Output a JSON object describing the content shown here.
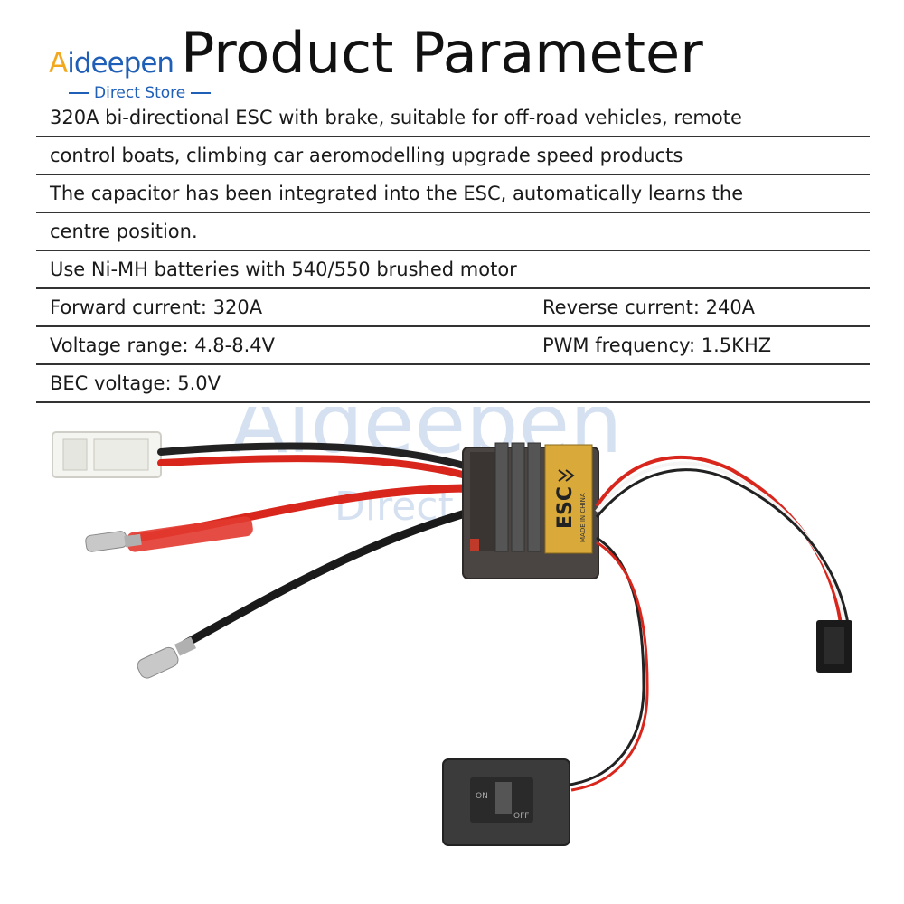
{
  "brand": {
    "logo_accent": "A",
    "logo_name": "ideepen",
    "logo_sub": "Direct Store",
    "blue": "#1f5fb8",
    "orange": "#f2a81d"
  },
  "title": "Product Parameter",
  "params": {
    "line1": "320A bi-directional ESC with brake, suitable for off-road vehicles, remote",
    "line2": "control boats, climbing car aeromodelling upgrade speed products",
    "line3": "The capacitor has been integrated into the ESC, automatically learns the",
    "line4": "centre position.",
    "line5": "Use Ni-MH batteries with 540/550 brushed motor",
    "forward": "Forward current: 320A",
    "reverse": "Reverse current: 240A",
    "voltage": "Voltage range: 4.8-8.4V",
    "pwm": "PWM frequency: 1.5KHZ",
    "bec": "BEC voltage: 5.0V"
  },
  "product": {
    "label": "ESC",
    "made": "MADE IN CHINA",
    "switch_on": "ON",
    "switch_off": "OFF",
    "watermark_name": "Aideepen",
    "watermark_sub": "Direct Store"
  }
}
